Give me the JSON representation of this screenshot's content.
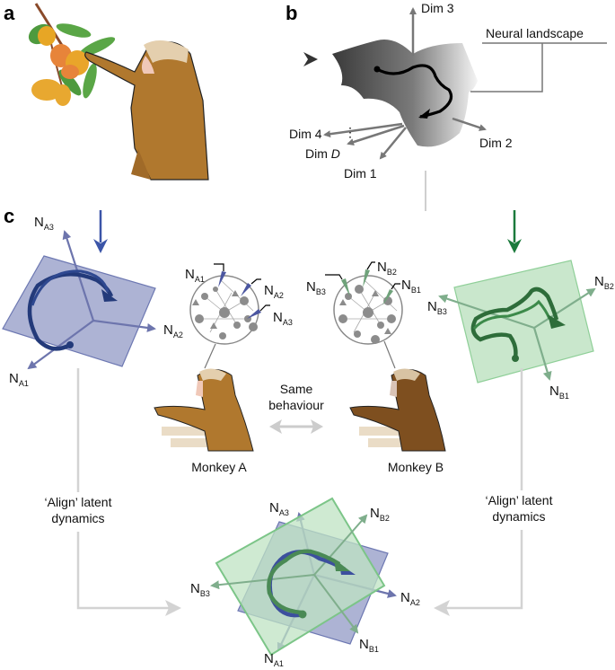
{
  "panels": {
    "a": {
      "label": "a"
    },
    "b": {
      "label": "b",
      "surface_label": "Neural landscape",
      "dims": [
        "Dim 1",
        "Dim 2",
        "Dim 3",
        "Dim 4"
      ],
      "dim_D_prefix": "Dim ",
      "dim_D_italic": "D",
      "ellipsis": "⋮"
    },
    "c": {
      "label": "c",
      "monkey_a": "Monkey A",
      "monkey_b": "Monkey B",
      "same_behaviour_line1": "Same",
      "same_behaviour_line2": "behaviour",
      "align_line1": "‘Align’ latent",
      "align_line2": "dynamics",
      "neuron_prefix": "N",
      "a_subs": [
        "A1",
        "A2",
        "A3"
      ],
      "b_subs": [
        "B1",
        "B2",
        "B3"
      ]
    }
  },
  "colors": {
    "monkey_a_blue": "#3c4f9e",
    "monkey_a_plane": "#9fa6cc",
    "monkey_b_green": "#1f7a3f",
    "monkey_b_plane": "#bfe3c3",
    "arrow_grey": "#cccccc",
    "axis_grey": "#777777"
  }
}
